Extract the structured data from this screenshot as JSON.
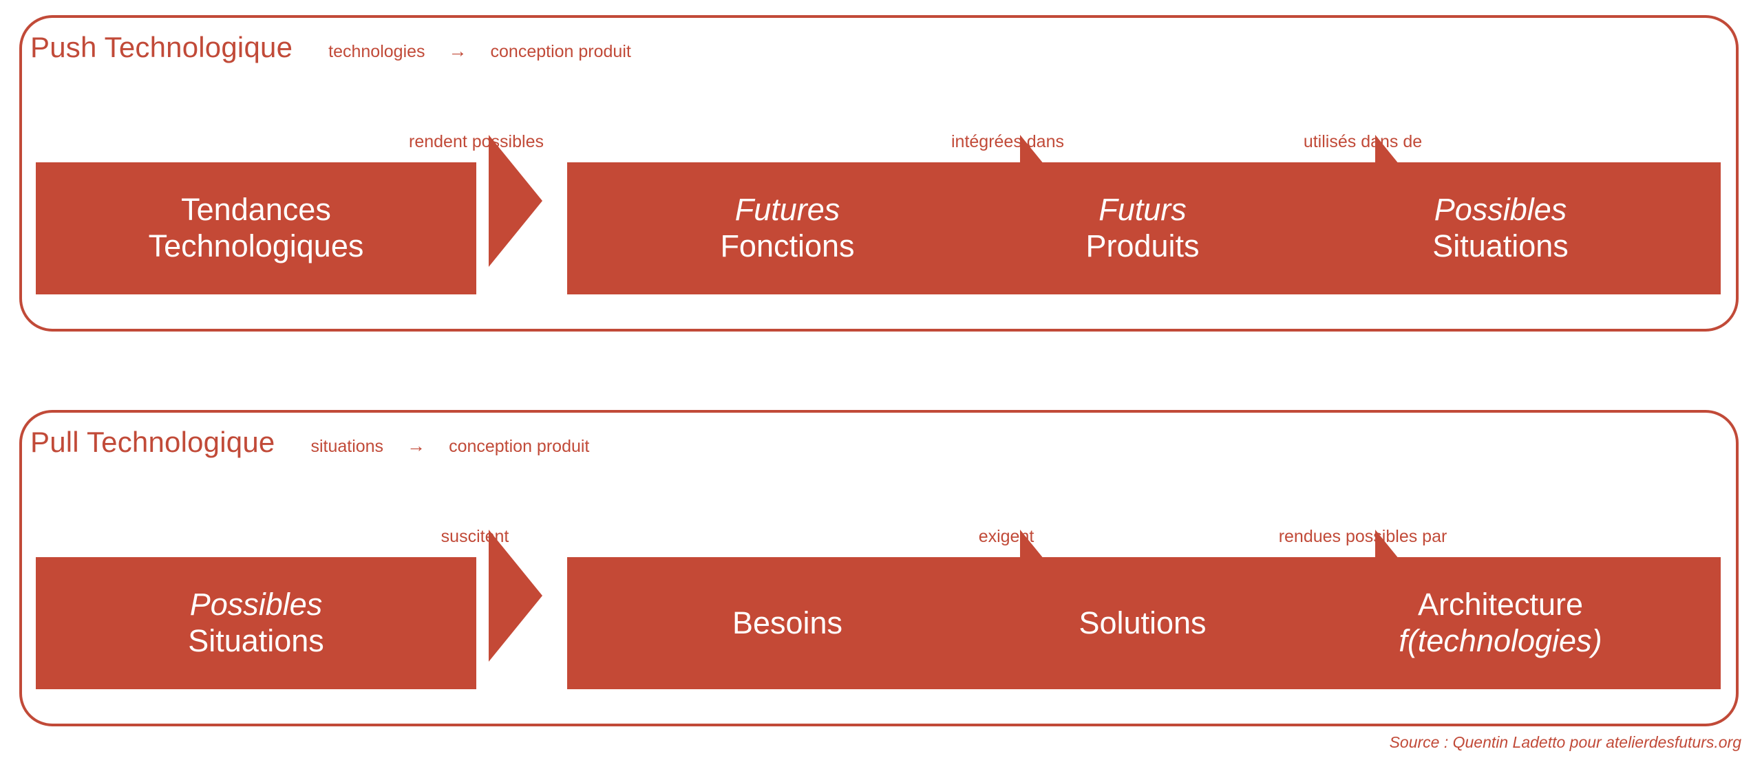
{
  "theme": {
    "accent": "#C14A38",
    "box_fill": "#C44936",
    "box_text": "#FFFFFF",
    "background": "#FFFFFF"
  },
  "diagram": {
    "type": "process-flow",
    "arrow_glyph": "→",
    "panels": [
      {
        "id": "push",
        "title": "Push Technologique",
        "subtitle_from": "technologies",
        "subtitle_to": "conception produit",
        "steps": [
          {
            "line1": "Tendances",
            "line1_italic": false,
            "line2": "Technologiques",
            "line2_italic": false
          },
          {
            "line1": "Futures",
            "line1_italic": true,
            "line2": "Fonctions",
            "line2_italic": false
          },
          {
            "line1": "Futurs",
            "line1_italic": true,
            "line2": "Produits",
            "line2_italic": false
          },
          {
            "line1": "Possibles",
            "line1_italic": true,
            "line2": "Situations",
            "line2_italic": false
          }
        ],
        "connectors": [
          "rendent possibles",
          "intégrées dans",
          "utilisés dans de"
        ]
      },
      {
        "id": "pull",
        "title": "Pull Technologique",
        "subtitle_from": "situations",
        "subtitle_to": "conception produit",
        "steps": [
          {
            "line1": "Possibles",
            "line1_italic": true,
            "line2": "Situations",
            "line2_italic": false
          },
          {
            "line1": "Besoins",
            "line1_italic": false,
            "line2": "",
            "line2_italic": false
          },
          {
            "line1": "Solutions",
            "line1_italic": false,
            "line2": "",
            "line2_italic": false
          },
          {
            "line1": "Architecture",
            "line1_italic": false,
            "line2": "f(technologies)",
            "line2_italic": true
          }
        ],
        "connectors": [
          "suscitent",
          "exigent",
          "rendues possibles par"
        ]
      }
    ]
  },
  "source": {
    "credit": "Source : Quentin Ladetto pour atelierdesfuturs.org"
  }
}
